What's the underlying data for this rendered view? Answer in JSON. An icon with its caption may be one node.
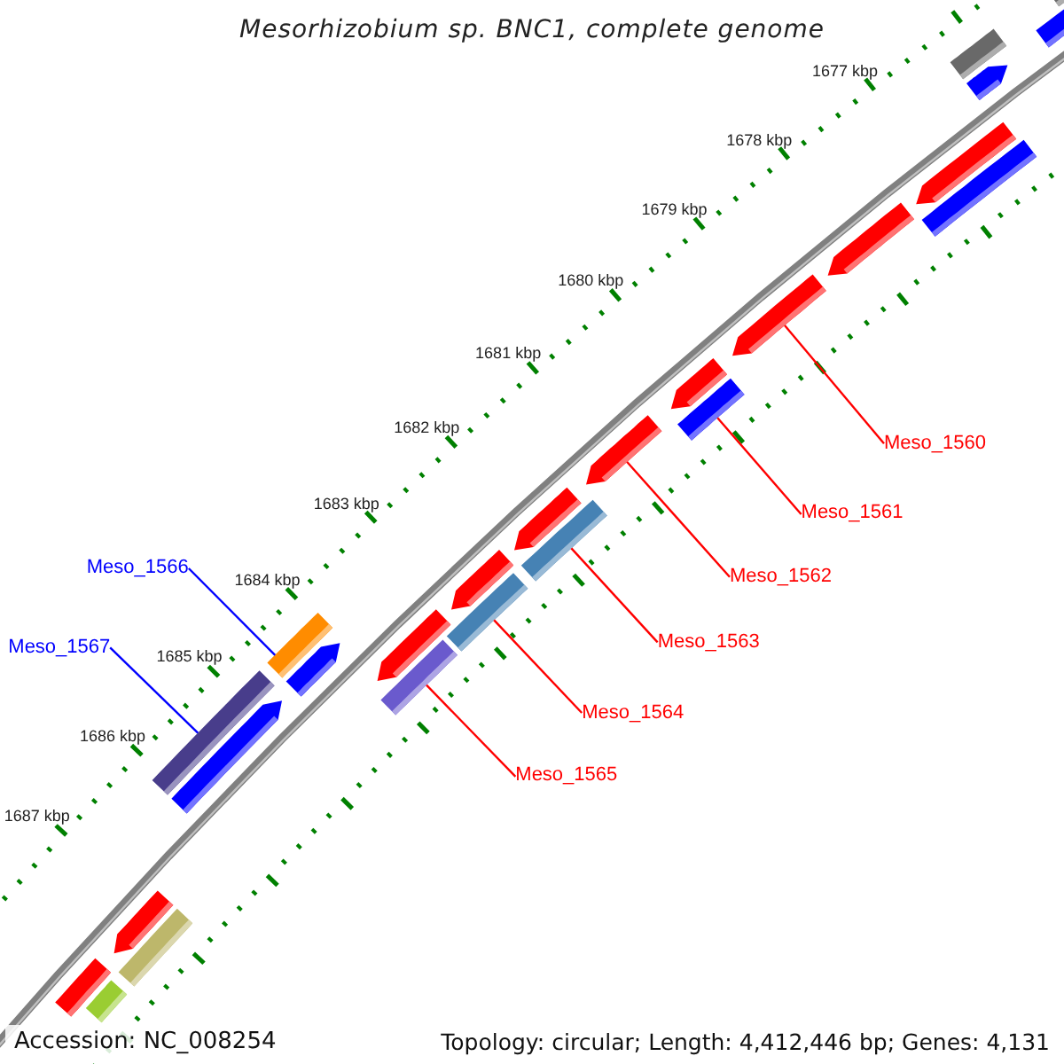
{
  "diagram": {
    "title": "Mesorhizobium sp. BNC1, complete genome",
    "nodes": [
      {
        "text": [
          "Meso_1560"
        ]
      },
      {
        "text": [
          "Meso_1561"
        ]
      },
      {
        "text": [
          "Meso_1562"
        ]
      },
      {
        "text": [
          "Meso_1563"
        ]
      },
      {
        "text": [
          "Meso_1564"
        ]
      },
      {
        "text": [
          "Meso_1565"
        ]
      },
      {
        "text": [
          "Meso_1566"
        ]
      },
      {
        "text": [
          "Meso_1567"
        ]
      },
      {
        "text": [],
        "shape": "bar"
      },
      {
        "text": [],
        "shape": "bar"
      },
      {
        "text": [],
        "shape": "bar"
      },
      {
        "text": [],
        "shape": "bar"
      },
      {
        "text": [],
        "shape": "bar"
      },
      {
        "text": [],
        "shape": "bar"
      },
      {
        "text": [],
        "shape": "bar"
      },
      {
        "text": [],
        "shape": "bar"
      },
      {
        "text": [],
        "shape": "bar"
      },
      {
        "text": [],
        "shape": "bar"
      },
      {
        "text": [],
        "shape": "bar"
      },
      {
        "text": [],
        "shape": "bar"
      },
      {
        "text": [],
        "shape": "bar"
      },
      {
        "text": [],
        "shape": "bar"
      },
      {
        "text": [],
        "shape": "bar"
      },
      {
        "text": [],
        "shape": "bar"
      },
      {
        "text": [],
        "shape": "bar"
      },
      {
        "text": [],
        "shape": "bar"
      },
      {
        "text": [],
        "shape": "bar"
      },
      {
        "text": [],
        "shape": "bar"
      },
      {
        "text": [],
        "shape": "bar"
      },
      {
        "text": [],
        "shape": "bar"
      },
      {
        "text": [],
        "shape": "bar"
      },
      {
        "text": [],
        "shape": "bar"
      },
      {
        "text": [],
        "shape": "bar"
      }
    ],
    "edges": [
      {
        "from": 0,
        "to": 15,
        "arrow": "none"
      },
      {
        "from": 1,
        "to": 17,
        "arrow": "none"
      },
      {
        "from": 2,
        "to": 18,
        "arrow": "none"
      },
      {
        "from": 3,
        "to": 19,
        "arrow": "none"
      },
      {
        "from": 4,
        "to": 22,
        "arrow": "none"
      },
      {
        "from": 5,
        "to": 24,
        "arrow": "none"
      },
      {
        "from": 6,
        "to": 25,
        "arrow": "none",
        "color": "#0000ff"
      },
      {
        "from": 7,
        "to": 27,
        "arrow": "none",
        "color": "#0000ff"
      }
    ],
    "labels": [
      "1677 kbp",
      "1678 kbp",
      "1679 kbp",
      "1680 kbp",
      "1681 kbp",
      "1682 kbp",
      "1683 kbp",
      "1684 kbp",
      "1685 kbp",
      "1686 kbp",
      "1687 kbp",
      "Accession: NC_008254",
      "Topology: circular; Length: 4,412,446 bp; Genes: 4,131"
    ]
  }
}
